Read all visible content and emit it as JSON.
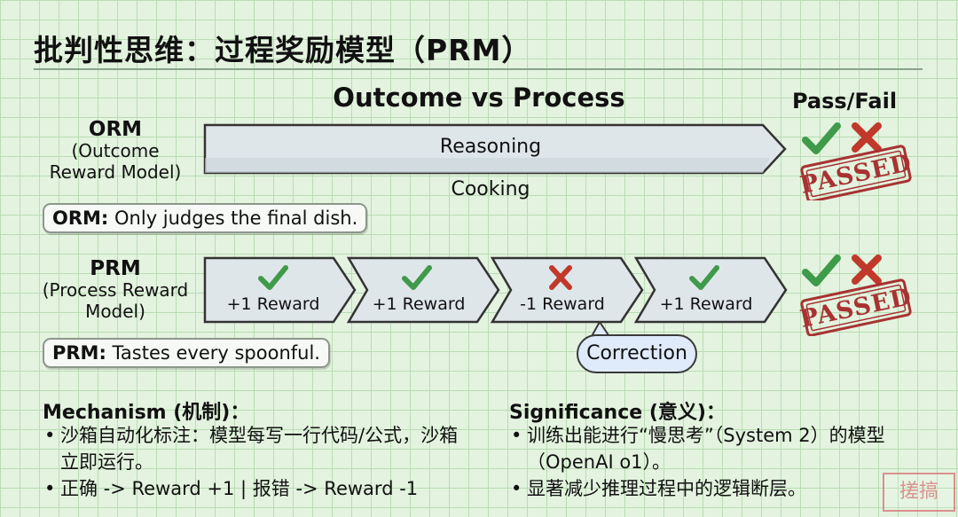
{
  "header": {
    "title": "批判性思维：过程奖励模型（PRM）",
    "subtitle": "Outcome vs Process",
    "pass_fail_label": "Pass/Fail"
  },
  "orm": {
    "name": "ORM",
    "full_line1": "(Outcome",
    "full_line2": "Reward Model)",
    "arrow_label": "Reasoning",
    "below_label": "Cooking",
    "note_bold": "ORM:",
    "note_text": "Only judges the final dish.",
    "stamp": "PASSED"
  },
  "prm": {
    "name": "PRM",
    "full_line1": "(Process Reward",
    "full_line2": "Model)",
    "steps": [
      {
        "label": "+1 Reward",
        "mark": "check-icon"
      },
      {
        "label": "+1 Reward",
        "mark": "check-icon"
      },
      {
        "label": "-1 Reward",
        "mark": "cross-icon"
      },
      {
        "label": "+1 Reward",
        "mark": "check-icon"
      }
    ],
    "callout": "Correction",
    "note_bold": "PRM:",
    "note_text": "Tastes every spoonful.",
    "stamp": "PASSED"
  },
  "mechanism": {
    "title": "Mechanism (机制)：",
    "bullets": [
      "沙箱自动化标注：模型每写一行代码/公式，沙箱立即运行。",
      "正确 -> Reward +1 | 报错 -> Reward -1"
    ]
  },
  "significance": {
    "title": "Significance (意义)：",
    "bullets": [
      "训练出能进行“慢思考”（System 2）的模型（OpenAI o1）。",
      "显著减少推理过程中的逻辑断层。"
    ]
  },
  "watermark": "搓搞",
  "colors": {
    "check": "#3f9a4a",
    "cross": "#c0392b",
    "stamp": "#a83232",
    "arrow_fill": "#dfe6ea",
    "callout_fill": "#dfeafb"
  }
}
